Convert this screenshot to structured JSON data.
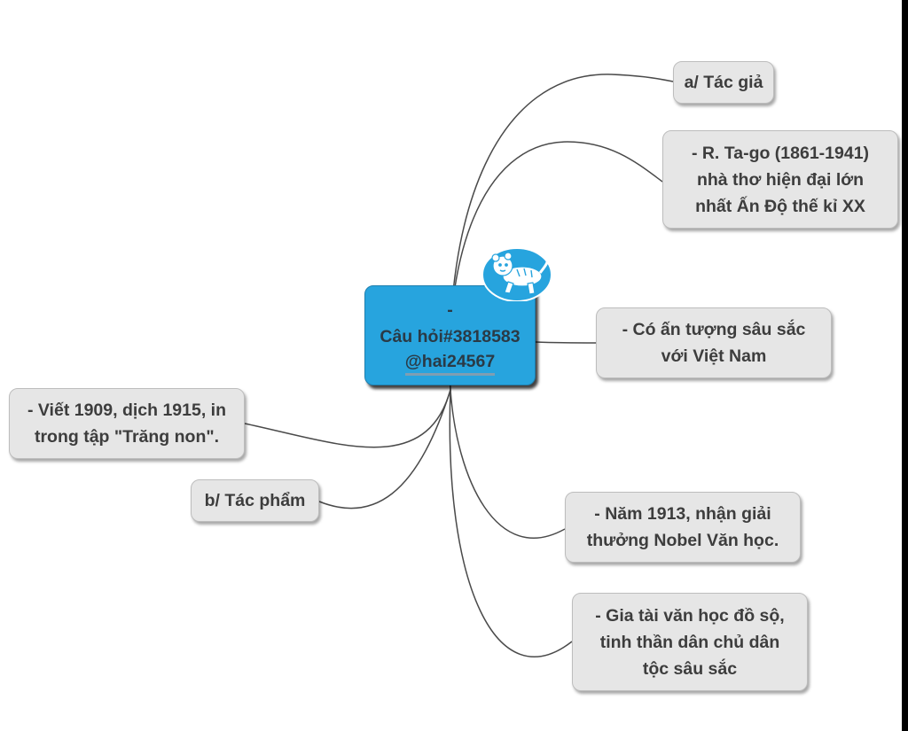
{
  "central": {
    "line1": "-",
    "line2": "Câu hỏi#3818583",
    "handle": "@hai24567",
    "badge_icon": "tiger-mascot-icon",
    "color": "#27a4de"
  },
  "nodes": {
    "a_tac_gia": "a/ Tác giả",
    "ta_go": [
      "- R. Ta-go (1861-1941)",
      "nhà thơ hiện đại lớn",
      "nhất Ấn Độ thế kỉ XX"
    ],
    "an_tuong": [
      "- Có ấn tượng sâu sắc",
      "với Việt Nam"
    ],
    "viet_1909": [
      "- Viết 1909, dịch 1915, in",
      "trong tập \"Trăng non\"."
    ],
    "b_tac_pham": "b/ Tác phẩm",
    "nobel": [
      "- Năm 1913, nhận giải",
      "thưởng Nobel Văn học."
    ],
    "gia_tai": [
      "- Gia tài văn học đồ sộ,",
      "tinh thần dân chủ dân",
      "tộc sâu sắc"
    ]
  },
  "colors": {
    "node_fill": "#e6e6e6",
    "node_text": "#3d3d3d",
    "connector": "#4a4a4a"
  }
}
